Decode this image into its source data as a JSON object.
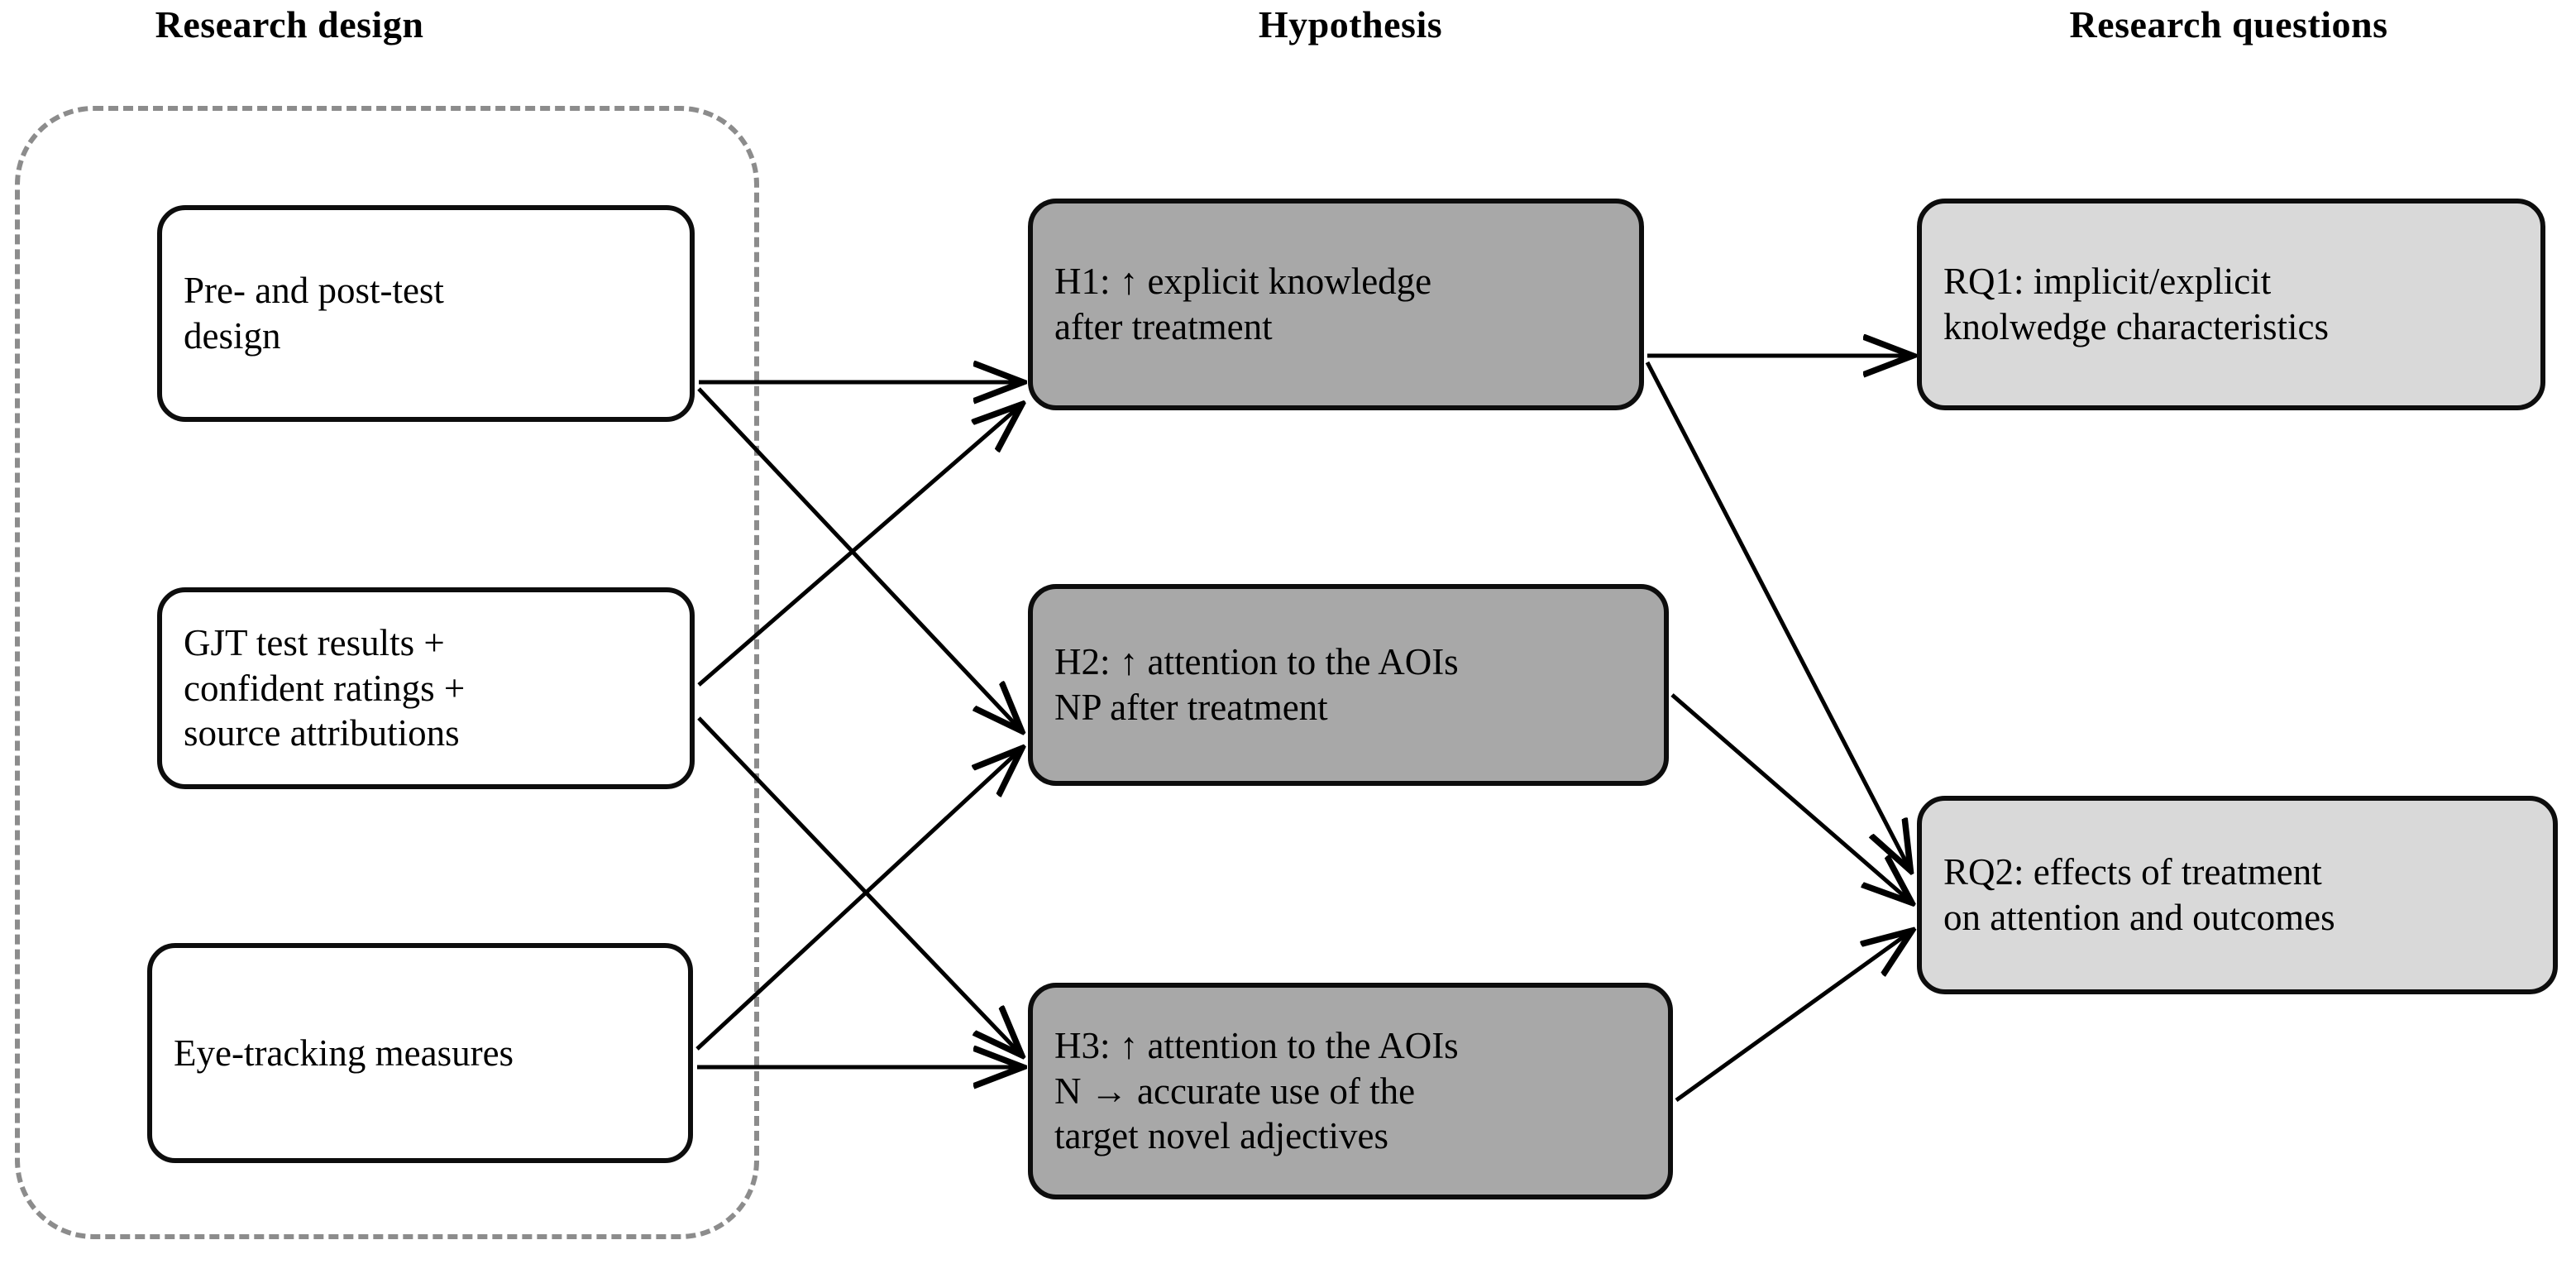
{
  "headers": {
    "research_design": "Research design",
    "hypothesis": "Hypothesis",
    "research_questions": "Research questions"
  },
  "colors": {
    "hypothesis_fill": "#a8a8a8",
    "research_question_fill": "#d9d9d9",
    "design_fill": "#ffffff",
    "node_border": "#0d0d0d",
    "group_border": "#8c8c8c",
    "connector": "#000000",
    "background": "#ffffff"
  },
  "research_design": {
    "group_label": "Research design",
    "items": [
      {
        "id": "pretest",
        "text": "Pre- and post-test\ndesign"
      },
      {
        "id": "gjt",
        "text": "GJT test results +\nconfident ratings +\nsource attributions"
      },
      {
        "id": "eyetracking",
        "text": "Eye-tracking measures"
      }
    ]
  },
  "hypotheses": [
    {
      "id": "h1",
      "text": "H1: ↑ explicit knowledge\nafter treatment"
    },
    {
      "id": "h2",
      "text": "H2: ↑ attention to the AOIs\nNP after treatment"
    },
    {
      "id": "h3",
      "text": "H3: ↑ attention to the AOIs\nN → accurate use of the\ntarget novel adjectives"
    }
  ],
  "research_questions": [
    {
      "id": "rq1",
      "text": "RQ1: implicit/explicit\nknolwedge characteristics"
    },
    {
      "id": "rq2",
      "text": "RQ2: effects of treatment\non attention and outcomes"
    }
  ],
  "connections": [
    {
      "from": "pretest",
      "to": "h1",
      "style": "straight-arrow"
    },
    {
      "from": "pretest",
      "to": "h2",
      "style": "diagonal-arrow"
    },
    {
      "from": "gjt",
      "to": "h1",
      "style": "diagonal-arrow"
    },
    {
      "from": "gjt",
      "to": "h3",
      "style": "diagonal-arrow"
    },
    {
      "from": "eyetracking",
      "to": "h2",
      "style": "diagonal-arrow"
    },
    {
      "from": "eyetracking",
      "to": "h3",
      "style": "straight-arrow"
    },
    {
      "from": "h1",
      "to": "rq1",
      "style": "straight-arrow"
    },
    {
      "from": "h1",
      "to": "rq2",
      "style": "diagonal-arrow"
    },
    {
      "from": "h2",
      "to": "rq2",
      "style": "diagonal-arrow"
    },
    {
      "from": "h3",
      "to": "rq2",
      "style": "diagonal-arrow"
    }
  ]
}
